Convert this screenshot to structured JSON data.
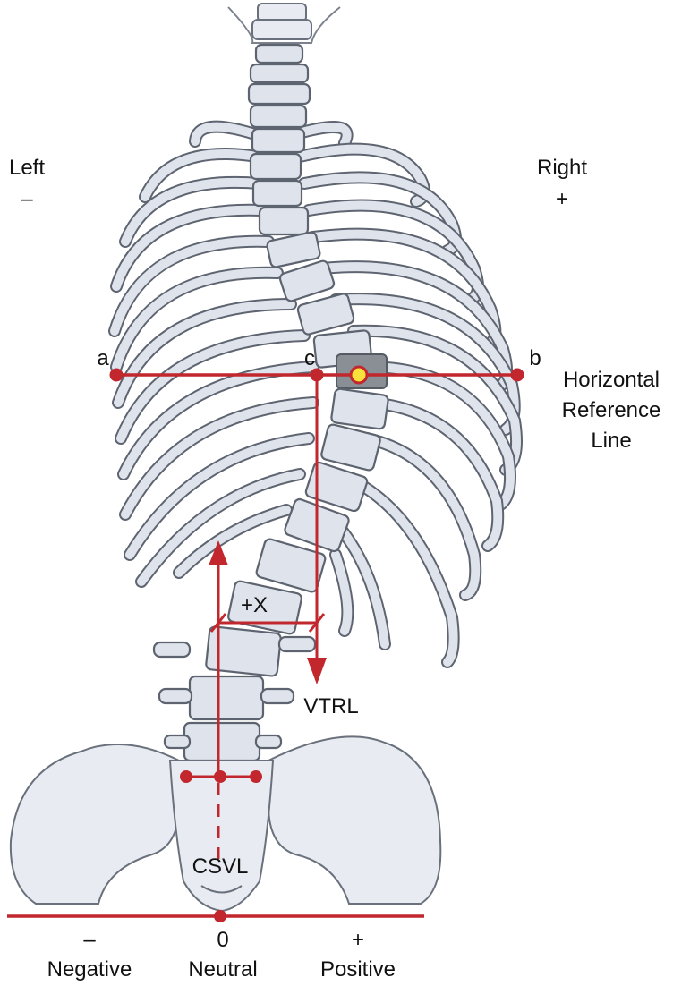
{
  "labels": {
    "left": "Left",
    "left_sign": "–",
    "right": "Right",
    "right_sign": "+",
    "point_a": "a",
    "point_b": "b",
    "point_c": "c",
    "horizontal_ref_1": "Horizontal",
    "horizontal_ref_2": "Reference",
    "horizontal_ref_3": "Line",
    "offset": "+X",
    "vtrl": "VTRL",
    "csvl": "CSVL",
    "scale_neg_sign": "–",
    "scale_zero": "0",
    "scale_pos_sign": "+",
    "scale_negative": "Negative",
    "scale_neutral": "Neutral",
    "scale_positive": "Positive"
  },
  "colors": {
    "annotation_red": "#c1272d",
    "apex_marker_fill": "#f7e13a",
    "apex_vertebra": "#8a8f96",
    "bone_fill": "#dfe4ec",
    "bone_outline": "#5d6470"
  }
}
